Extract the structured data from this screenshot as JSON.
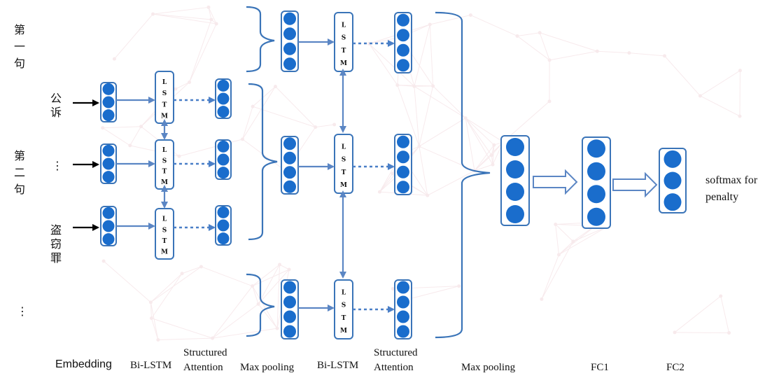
{
  "colors": {
    "accent": "#2f6fb6",
    "node_fill": "#1a6dcc",
    "box_stroke": "#3a74b8",
    "arrow": "#5b86c4",
    "dotted": "#4a7fc7",
    "background_map": "#f2d9de"
  },
  "left": {
    "sentence1": [
      "第",
      "一",
      "句"
    ],
    "sentence2": [
      "第",
      "二",
      "句"
    ],
    "dots_left": "⋮",
    "word1": [
      "公",
      "诉"
    ],
    "word2": "⋮",
    "word3": [
      "盗",
      "窃",
      "罪"
    ]
  },
  "lstm_letters": [
    "L",
    "S",
    "T",
    "M"
  ],
  "output_label": [
    "softmax for",
    "penalty"
  ],
  "bottom_labels": {
    "embedding": "Embedding",
    "bilstm1": "Bi-LSTM",
    "attention1": [
      "Structured",
      "Attention"
    ],
    "maxpool1": "Max pooling",
    "bilstm2": "Bi-LSTM",
    "attention2": [
      "Structured",
      "Attention"
    ],
    "maxpool2": "Max pooling",
    "fc1": "FC1",
    "fc2": "FC2"
  }
}
